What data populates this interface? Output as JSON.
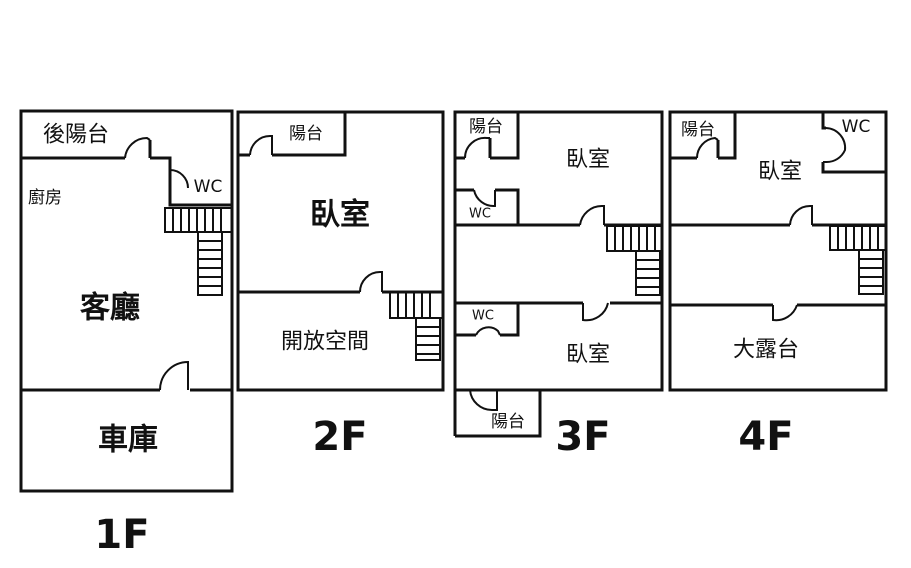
{
  "floors": {
    "f1": {
      "label": "1F",
      "back_balcony": "後陽台",
      "kitchen": "廚房",
      "wc": "WC",
      "living_room": "客廳",
      "garage": "車庫"
    },
    "f2": {
      "label": "2F",
      "balcony": "陽台",
      "bedroom": "臥室",
      "open_space": "開放空間"
    },
    "f3": {
      "label": "3F",
      "balcony_top": "陽台",
      "bedroom_top": "臥室",
      "wc_top": "WC",
      "wc_bottom": "WC",
      "bedroom_bottom": "臥室",
      "balcony_bottom": "陽台"
    },
    "f4": {
      "label": "4F",
      "balcony": "陽台",
      "wc": "WC",
      "bedroom": "臥室",
      "terrace": "大露台"
    }
  }
}
